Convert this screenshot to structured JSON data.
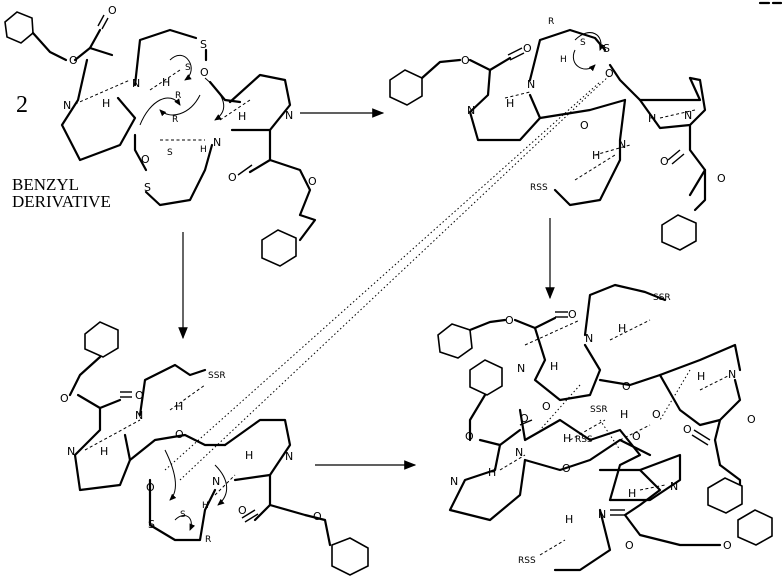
{
  "compound_number": "2",
  "caption_line1": "BENZYL",
  "caption_line2": "DERIVATIVE",
  "atoms": {
    "N": "N",
    "H": "H",
    "O": "O",
    "S": "S",
    "R": "R",
    "SSR": "SSR",
    "RSS": "RSS"
  }
}
